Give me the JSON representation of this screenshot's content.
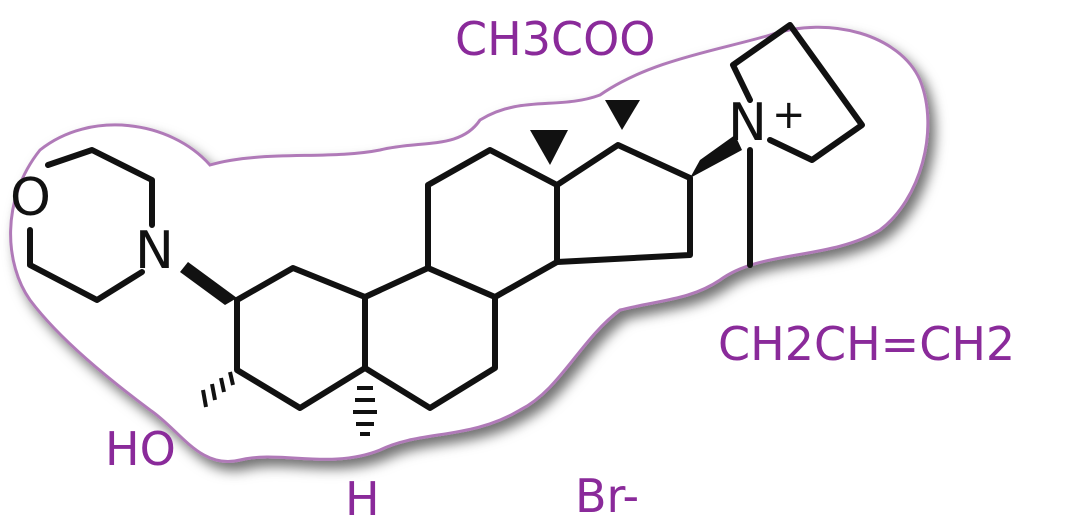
{
  "colors": {
    "background": "#ffffff",
    "bonds": "#111111",
    "label_accent": "#8a2a9a",
    "cloud_fill": "#ffffff",
    "cloud_edge": "#b07ab8"
  },
  "labels": {
    "acetate": "CH3COO",
    "allyl": "CH2CH=CH2",
    "hydroxyl": "HO",
    "hydrogen": "H",
    "bromide": "Br-",
    "oxygen": "O",
    "morpholine_nitrogen": "N",
    "quaternary_nitrogen": "N",
    "plus_charge": "+"
  }
}
